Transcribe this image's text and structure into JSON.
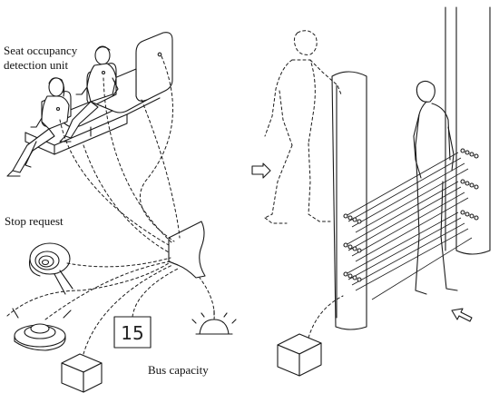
{
  "labels": {
    "seat_occupancy": [
      "Seat occupancy",
      "detection unit"
    ],
    "stop_request": "Stop request",
    "bus_capacity": "Bus capacity"
  },
  "display": {
    "value": "15"
  }
}
